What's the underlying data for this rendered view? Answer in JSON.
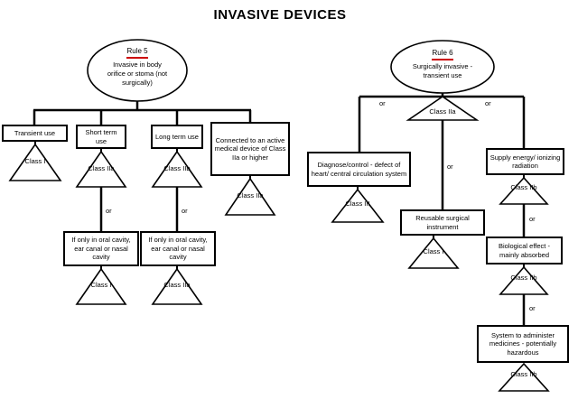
{
  "title": "INVASIVE DEVICES",
  "accent_color": "#cc0000",
  "labels": {
    "or": "or"
  },
  "rule5": {
    "name": "Rule 5",
    "description": "Invasive in body orifice or stoma (not surgically)",
    "transient": {
      "label": "Transient use",
      "class": "Class I"
    },
    "short_term": {
      "label": "Short term use",
      "class": "Class IIa"
    },
    "short_term_sub": {
      "label": "If only in oral cavity, ear canal or nasal cavity",
      "class": "Class I"
    },
    "long_term": {
      "label": "Long term use",
      "class": "Class IIb"
    },
    "long_term_sub": {
      "label": "If only in oral cavity, ear canal or nasal cavity",
      "class": "Class IIa"
    },
    "active_device": {
      "label": "Connected to an active medical device of Class IIa or higher",
      "class": "Class IIa"
    }
  },
  "rule6": {
    "name": "Rule 6",
    "description": "Surgically invasive - transient use",
    "root_class": "Class IIa",
    "diagnose": {
      "label": "Diagnose/control - defect of heart/ central circulation system",
      "class": "Class III"
    },
    "reusable": {
      "label": "Reusable surgical instrument",
      "class": "Class I"
    },
    "supply_energy": {
      "label": "Supply energy/ ionizing radiation",
      "class": "Class IIb"
    },
    "biological": {
      "label": "Biological effect -mainly absorbed",
      "class": "Class IIb"
    },
    "medicines": {
      "label": "System to administer medicines - potentially hazardous",
      "class": "Class IIb"
    }
  }
}
